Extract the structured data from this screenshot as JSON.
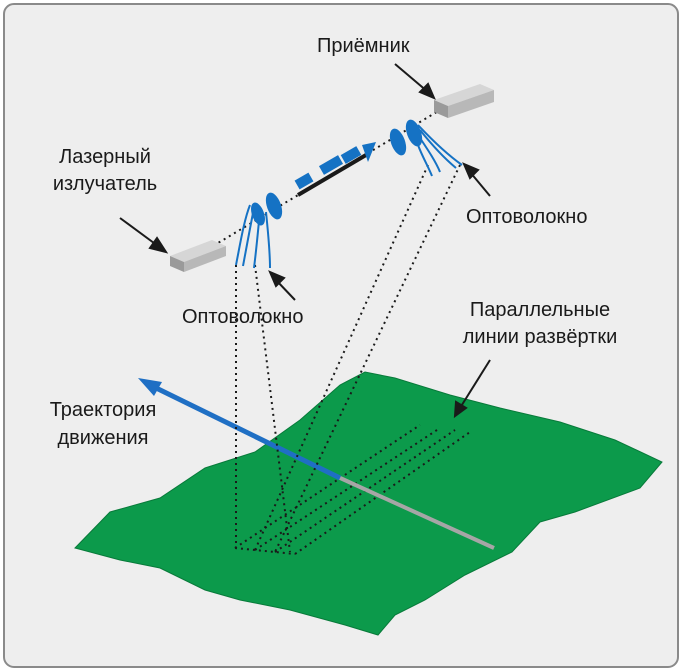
{
  "labels": {
    "receiver": "Приёмник",
    "laser_line1": "Лазерный",
    "laser_line2": "излучатель",
    "fiber_left": "Оптоволокно",
    "fiber_right": "Оптоволокно",
    "scan_line1": "Параллельные",
    "scan_line2": "линии развёртки",
    "traj_line1": "Траектория",
    "traj_line2": "движения"
  },
  "colors": {
    "background": "#eeeeee",
    "frame": "#8a8a8a",
    "terrain": "#0c9a4b",
    "terrain_edge": "#087a3a",
    "trajectory": "#1f6fc4",
    "optics": "#1572c4",
    "device_top": "#d6d6d6",
    "device_side": "#9a9a9a"
  },
  "icons": {
    "laser_emitter": "grey-box",
    "receiver": "grey-box",
    "lens": "blue-ellipse"
  }
}
